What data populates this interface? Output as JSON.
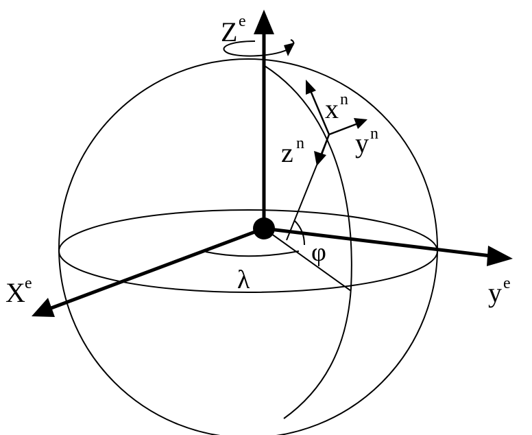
{
  "labels": {
    "ze": {
      "base": "Z",
      "sup": "e"
    },
    "xe": {
      "base": "X",
      "sup": "e"
    },
    "ye": {
      "base": "y",
      "sup": "e"
    },
    "xn": {
      "base": "x",
      "sup": "n"
    },
    "yn": {
      "base": "y",
      "sup": "n"
    },
    "zn": {
      "base": "z",
      "sup": "n"
    },
    "longitude": "λ",
    "latitude": "φ"
  },
  "colors": {
    "stroke": "#000000",
    "background": "#ffffff"
  }
}
